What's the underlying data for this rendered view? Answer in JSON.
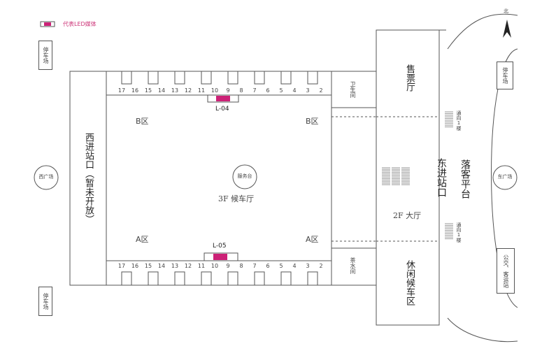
{
  "legend": {
    "label": "代表LED媒体",
    "color": "#cc2277"
  },
  "compass": {
    "label": "北"
  },
  "parking": {
    "label": "停车场"
  },
  "west_plaza": {
    "label": "西广场"
  },
  "east_plaza": {
    "label": "东广场"
  },
  "west_entrance": {
    "label": "西进站口（暂未开放）"
  },
  "restroom": {
    "label": "卫生间"
  },
  "tea_room": {
    "label": "茶水间"
  },
  "ticket_hall": {
    "label": "售票厅"
  },
  "leisure_area": {
    "label": "休闲候车区"
  },
  "east_entrance": {
    "label": "东进站口"
  },
  "drop_off": {
    "label": "落客平台"
  },
  "to_first_floor": {
    "label": "通向1楼"
  },
  "hall_3f": {
    "label": "3F 候车厅"
  },
  "hall_2f": {
    "label": "2F 大厅"
  },
  "service_desk": {
    "label": "服务台"
  },
  "bus_station": {
    "label": "公交、客运站"
  },
  "zones": {
    "b_left": "B区",
    "b_right": "B区",
    "a_left": "A区",
    "a_right": "A区"
  },
  "led": {
    "top": "L-04",
    "bottom": "L-05"
  },
  "gates": [
    "17",
    "16",
    "15",
    "14",
    "13",
    "12",
    "11",
    "10",
    "9",
    "8",
    "7",
    "6",
    "5",
    "4",
    "3",
    "2"
  ]
}
